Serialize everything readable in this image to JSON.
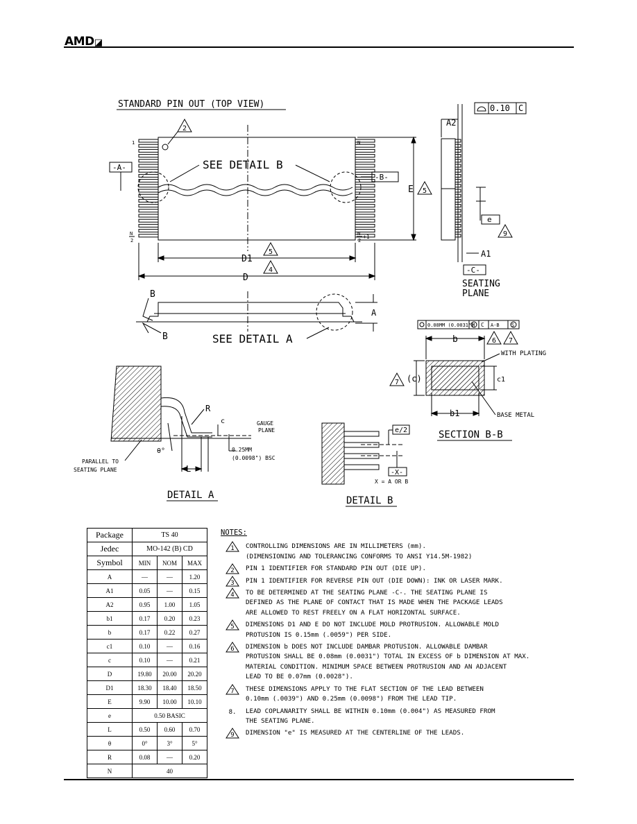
{
  "header": {
    "logo": "AMD"
  },
  "drawing": {
    "standard_pin_out": "STANDARD PIN OUT (TOP VIEW)",
    "see_detail_b": "SEE DETAIL B",
    "see_detail_a": "SEE DETAIL A",
    "label_a": "A",
    "label_b": "B",
    "datum_a": "-A-",
    "datum_b": "-B-",
    "datum_c": "-C-",
    "datum_x": "-X-",
    "pin_1": "1",
    "pin_n": "N",
    "pin_n2_num": "N",
    "pin_n2_den": "2",
    "pin_n2p1_suffix": "+1",
    "dim_d1": "D1",
    "dim_d": "D",
    "dim_e": "E",
    "dim_a": "A",
    "dim_a1": "A1",
    "dim_a2": "A2",
    "dim_e_small": "e",
    "dim_b": "b",
    "dim_b1": "b1",
    "dim_c1": "c1",
    "dim_c": "(c)",
    "dim_r": "R",
    "dim_c_small": "c",
    "dim_l": "L",
    "dim_theta": "θ°",
    "dim_e2": "e/2",
    "flatness": "0.10",
    "flatness_datum": "C",
    "tol_frame": "0.08MM (0.0031\")",
    "tol_datums": "A-B",
    "tol_m": "M",
    "tol_c": "C",
    "tol_s": "S",
    "seating_plane_1": "SEATING",
    "seating_plane_2": "PLANE",
    "with_plating": "WITH PLATING",
    "base_metal": "BASE METAL",
    "section_bb": "SECTION B-B",
    "gauge_plane_1": "GAUGE",
    "gauge_plane_2": "PLANE",
    "gauge_dim_1": "0.25MM",
    "gauge_dim_2": "(0.0098\") BSC",
    "parallel_1": "PARALLEL TO",
    "parallel_2": "SEATING PLANE",
    "detail_a": "DETAIL A",
    "detail_b": "DETAIL B",
    "x_eq": "X = A OR B",
    "tri_2": "2",
    "tri_5": "5",
    "tri_4": "4",
    "tri_6": "6",
    "tri_7": "7",
    "tri_9": "9"
  },
  "table": {
    "package_label": "Package",
    "package_value": "TS 40",
    "jedec_label": "Jedec",
    "jedec_value": "MO-142 (B) CD",
    "symbol_label": "Symbol",
    "cols": [
      "MIN",
      "NOM",
      "MAX"
    ],
    "rows": [
      {
        "sym": "A",
        "min": "—",
        "nom": "—",
        "max": "1.20"
      },
      {
        "sym": "A1",
        "min": "0.05",
        "nom": "—",
        "max": "0.15"
      },
      {
        "sym": "A2",
        "min": "0.95",
        "nom": "1.00",
        "max": "1.05"
      },
      {
        "sym": "b1",
        "min": "0.17",
        "nom": "0.20",
        "max": "0.23"
      },
      {
        "sym": "b",
        "min": "0.17",
        "nom": "0.22",
        "max": "0.27"
      },
      {
        "sym": "c1",
        "min": "0.10",
        "nom": "—",
        "max": "0.16"
      },
      {
        "sym": "c",
        "min": "0.10",
        "nom": "—",
        "max": "0.21"
      },
      {
        "sym": "D",
        "min": "19.80",
        "nom": "20.00",
        "max": "20.20"
      },
      {
        "sym": "D1",
        "min": "18.30",
        "nom": "18.40",
        "max": "18.50"
      },
      {
        "sym": "E",
        "min": "9.90",
        "nom": "10.00",
        "max": "10.10"
      }
    ],
    "e_sym": "e",
    "e_value": "0.50 BASIC",
    "rows2": [
      {
        "sym": "L",
        "min": "0.50",
        "nom": "0.60",
        "max": "0.70"
      },
      {
        "sym": "θ",
        "min": "0°",
        "nom": "3°",
        "max": "5°"
      },
      {
        "sym": "R",
        "min": "0.08",
        "nom": "—",
        "max": "0.20"
      }
    ],
    "n_sym": "N",
    "n_value": "40"
  },
  "notes": {
    "title": "NOTES:",
    "items": [
      {
        "num": "1",
        "tri": true,
        "lines": [
          "CONTROLLING DIMENSIONS ARE IN MILLIMETERS (mm).",
          "(DIMENSIONING AND TOLERANCING CONFORMS TO ANSI Y14.5M-1982)"
        ]
      },
      {
        "num": "2",
        "tri": true,
        "lines": [
          "PIN 1 IDENTIFIER FOR STANDARD PIN OUT (DIE UP)."
        ]
      },
      {
        "num": "3",
        "tri": true,
        "lines": [
          "PIN 1 IDENTIFIER FOR REVERSE PIN OUT (DIE DOWN): INK OR LASER MARK."
        ]
      },
      {
        "num": "4",
        "tri": true,
        "lines": [
          "TO BE DETERMINED AT THE SEATING PLANE -C-. THE SEATING PLANE IS",
          "DEFINED AS THE PLANE OF CONTACT THAT IS MADE WHEN THE PACKAGE LEADS",
          "ARE ALLOWED TO REST FREELY ON A FLAT HORIZONTAL SURFACE."
        ]
      },
      {
        "num": "5",
        "tri": true,
        "lines": [
          "DIMENSIONS D1 AND E DO NOT INCLUDE MOLD PROTRUSION. ALLOWABLE MOLD",
          "PROTUSION IS 0.15mm (.0059\") PER SIDE."
        ]
      },
      {
        "num": "6",
        "tri": true,
        "lines": [
          "DIMENSION b DOES NOT INCLUDE DAMBAR PROTUSION. ALLOWABLE DAMBAR",
          "PROTUSION SHALL BE 0.08mm (0.0031\") TOTAL IN EXCESS OF b DIMENSION AT MAX.",
          "MATERIAL CONDITION. MINIMUM SPACE BETWEEN PROTRUSION AND AN ADJACENT",
          "LEAD TO BE 0.07mm (0.0028\")."
        ]
      },
      {
        "num": "7",
        "tri": true,
        "lines": [
          "THESE DIMENSIONS APPLY TO THE FLAT SECTION OF THE LEAD BETWEEN",
          "0.10mm (.0039\") AND 0.25mm (0.0098\") FROM THE LEAD TIP."
        ]
      },
      {
        "num": "8.",
        "tri": false,
        "lines": [
          "LEAD COPLANARITY SHALL BE WITHIN 0.10mm (0.004\") AS MEASURED FROM",
          "THE SEATING PLANE."
        ]
      },
      {
        "num": "9",
        "tri": true,
        "lines": [
          "DIMENSION \"e\" IS MEASURED AT THE CENTERLINE OF THE LEADS."
        ]
      }
    ]
  }
}
